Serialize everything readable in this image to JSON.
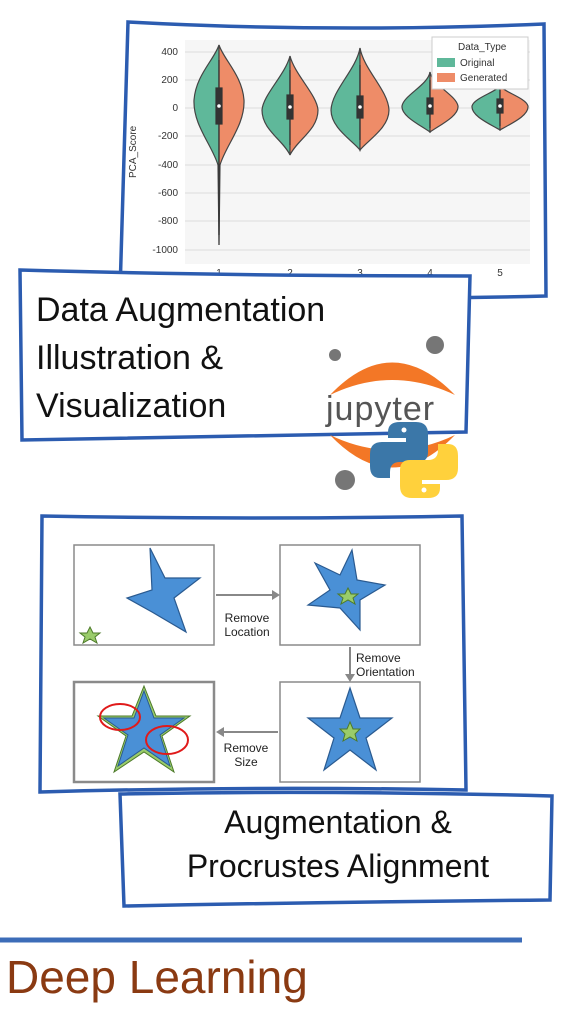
{
  "violin_panel": {
    "ylabel": "PCA_Score",
    "yticks": [
      "400",
      "200",
      "0",
      "-200",
      "-400",
      "-600",
      "-800",
      "-1000"
    ],
    "xticks": [
      "1",
      "2",
      "3",
      "4",
      "5"
    ],
    "legend_title": "Data_Type",
    "legend_items": [
      {
        "label": "Original",
        "color": "#5fb89a"
      },
      {
        "label": "Generated",
        "color": "#ee8c68"
      }
    ]
  },
  "caption1": {
    "line1": "Data Augmentation",
    "line2": "Illustration &",
    "line3": "Visualization"
  },
  "logo_text": "jupyter",
  "procrustes": {
    "step1": {
      "line1": "Remove",
      "line2": "Location"
    },
    "step2": {
      "line1": "Remove",
      "line2": "Orientation"
    },
    "step3": {
      "line1": "Remove",
      "line2": "Size"
    }
  },
  "caption2": {
    "line1": "Augmentation &",
    "line2": "Procrustes Alignment"
  },
  "footer": {
    "title": "Deep Learning"
  },
  "colors": {
    "border_blue": "#2c5cb0",
    "star_blue": "#4a90d6",
    "star_green": "#9acc6a",
    "circle_red": "#e01a1a",
    "footer_brown": "#8a3a12",
    "rule_blue": "#3c6cb8"
  }
}
